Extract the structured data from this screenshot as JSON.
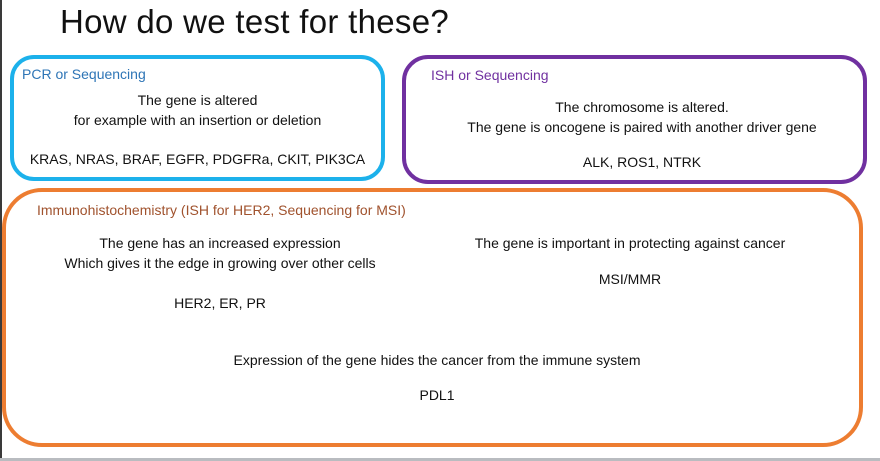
{
  "slide": {
    "title": "How do we test for these?"
  },
  "colors": {
    "pcr_border": "#1cb1eb",
    "pcr_label": "#2e75b6",
    "ish_border": "#7030a0",
    "ish_label": "#7030a0",
    "ihc_border": "#ed7d31",
    "ihc_label": "#a0522d"
  },
  "boxes": {
    "pcr": {
      "label": "PCR or Sequencing",
      "description": [
        "The gene is altered",
        "for example with an insertion or deletion"
      ],
      "genes": "KRAS, NRAS, BRAF, EGFR, PDGFRa, CKIT, PIK3CA"
    },
    "ish": {
      "label": "ISH or Sequencing",
      "description": [
        "The chromosome is altered.",
        "The gene is oncogene is paired with another driver gene"
      ],
      "genes": "ALK, ROS1, NTRK"
    },
    "ihc": {
      "label": "Immunohistochemistry (ISH for HER2, Sequencing for MSI)",
      "sections": [
        {
          "description": [
            "The gene has an increased expression",
            "Which gives it the edge in growing over other cells"
          ],
          "genes": "HER2, ER, PR"
        },
        {
          "description": [
            "The gene is important in protecting against cancer"
          ],
          "genes": "MSI/MMR"
        },
        {
          "description": [
            "Expression of the gene hides the cancer from the immune system"
          ],
          "genes": "PDL1"
        }
      ]
    }
  }
}
